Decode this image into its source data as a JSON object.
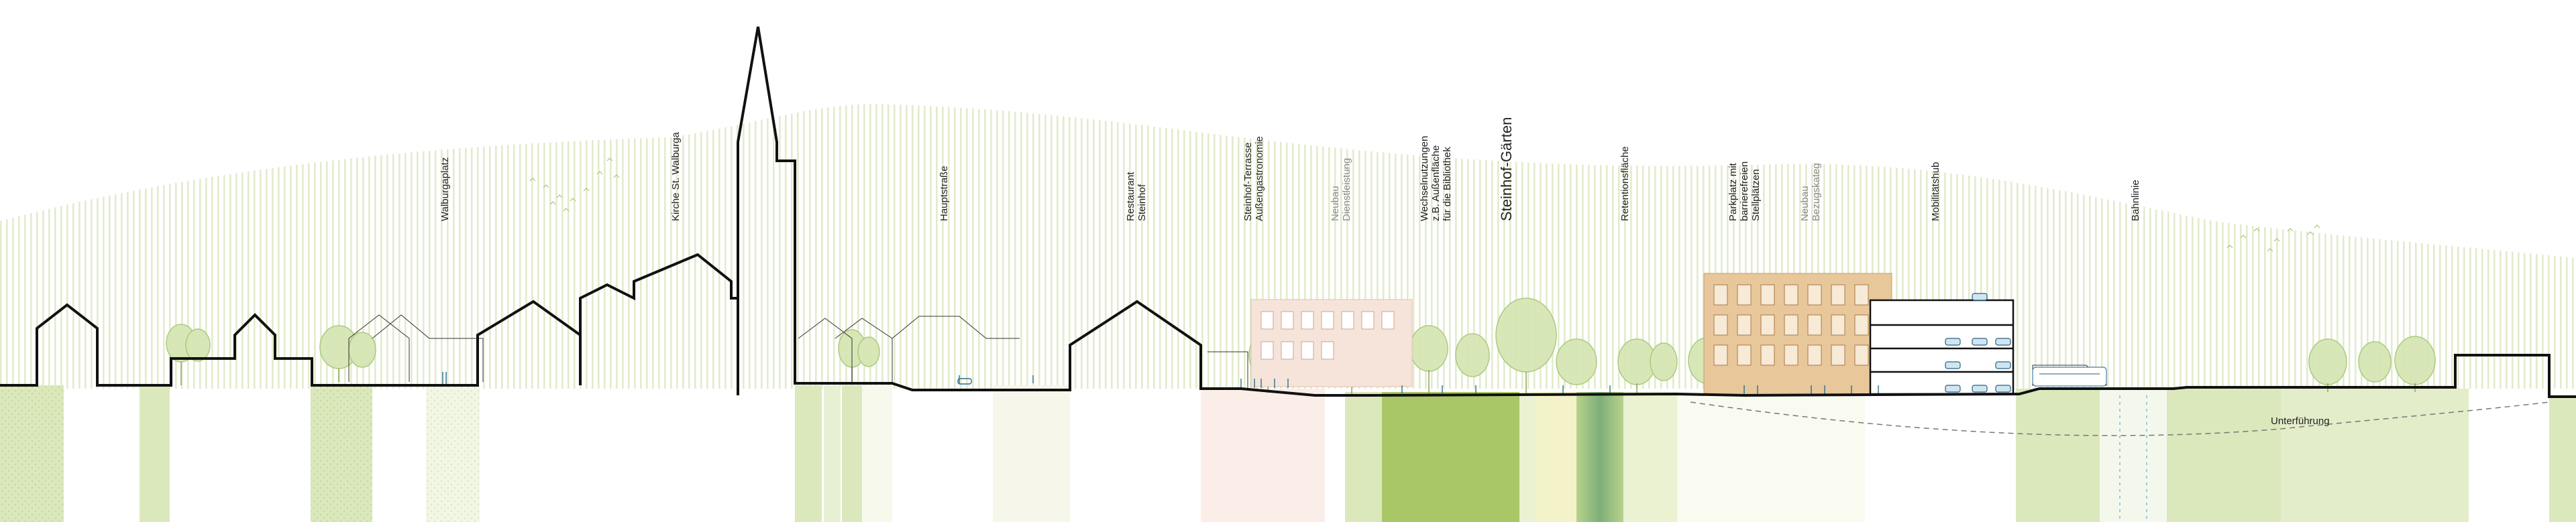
{
  "labels": {
    "walburgaplatz": "Walburgaplatz",
    "kirche": "Kirche St. Walburga",
    "hauptstrasse": "Hauptstraße",
    "restaurant": [
      "Restaurant",
      "Steinhof"
    ],
    "terrasse": [
      "Steinhof-Terrasse",
      "Außengastronomie"
    ],
    "neubau_dienstleistung": [
      "Neubau",
      "Dienstleistung"
    ],
    "wechselnutzungen": [
      "Wechselnutzungen",
      "z.B. Außenfläche",
      "für die Bibliothek"
    ],
    "steinhof_gaerten": "Steinhof-Gärten",
    "retention": "Retentionsfläche",
    "parkplatz": [
      "Parkplatz mit",
      "barrierefreien",
      "Stellplätzen"
    ],
    "neubau_bezugskategorie": [
      "Neubau",
      "Bezugskateg"
    ],
    "mobilitaetshub": "Mobilitätshub",
    "bahnlinie": "Bahnlinie",
    "unterfuehrung": "Unterführung"
  },
  "colors": {
    "ground_green": "#dbe8bc",
    "ground_light": "#eaf2d2",
    "ground_dark": "#a9c766",
    "retention_center": "#7fae7a",
    "hatch": "#e4edcf",
    "tree_fill": "#d6e6b4",
    "tree_stroke": "#9bbd6a",
    "facade_wood": "#e8c79b",
    "facade_pink": "#f6e4da",
    "outline": "#111111",
    "water_blue": "#5aa7c9"
  }
}
